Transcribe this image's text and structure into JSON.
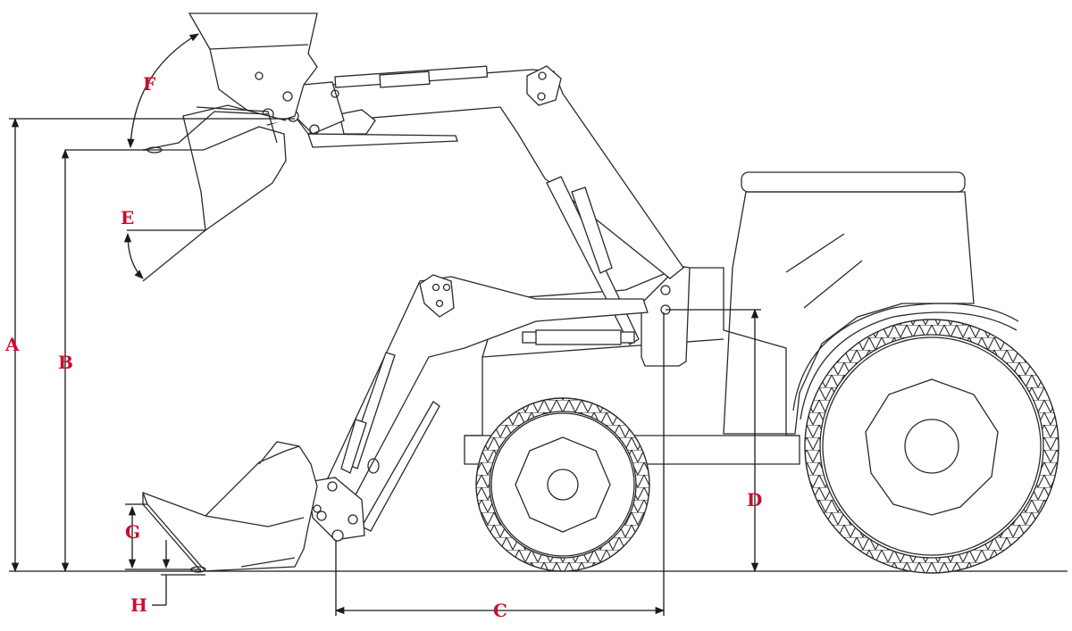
{
  "diagram": {
    "labels": {
      "A": "A",
      "B": "B",
      "C": "C",
      "D": "D",
      "E": "E",
      "F": "F",
      "G": "G",
      "H": "H"
    },
    "colors": {
      "label": "#c8102e",
      "line": "#2a2a2a",
      "background": "#ffffff"
    }
  }
}
